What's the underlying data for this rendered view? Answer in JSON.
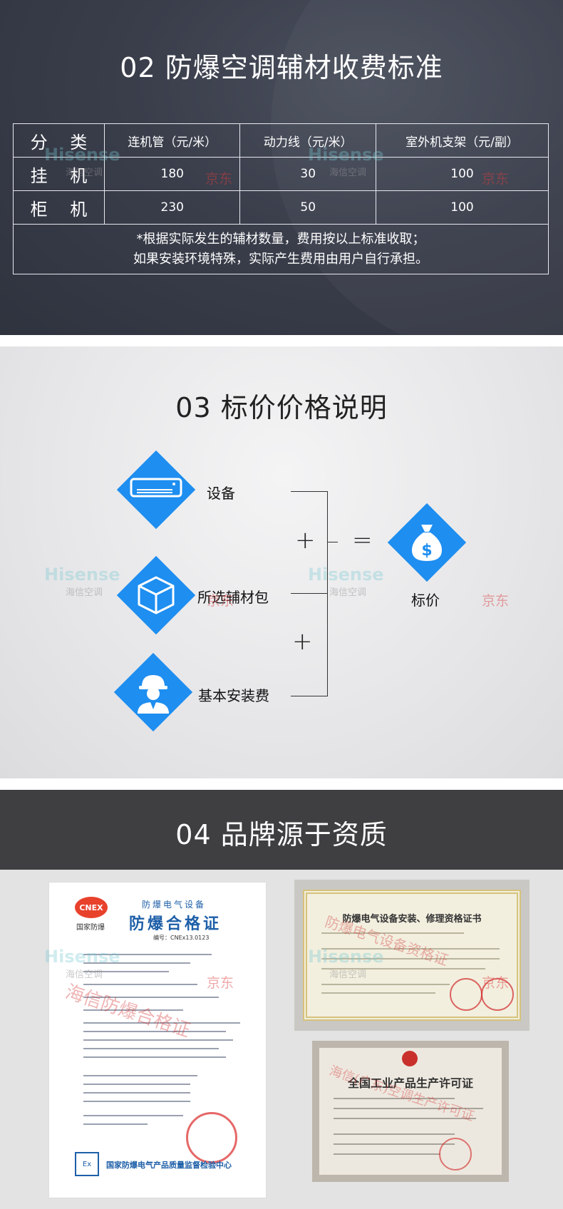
{
  "section02": {
    "title": "02 防爆空调辅材收费标准",
    "table": {
      "header": [
        "分 类",
        "连机管（元/米）",
        "动力线（元/米）",
        "室外机支架（元/副）"
      ],
      "rows": [
        {
          "name": "挂 机",
          "values": [
            "180",
            "30",
            "100"
          ]
        },
        {
          "name": "柜 机",
          "values": [
            "230",
            "50",
            "100"
          ]
        }
      ],
      "note_line1": "*根据实际发生的辅材数量，费用按以上标准收取；",
      "note_line2": "如果安装环境特殊，实际产生费用由用户自行承担。"
    }
  },
  "section03": {
    "title": "03 标价价格说明",
    "items": [
      "设备",
      "所选辅材包",
      "基本安装费"
    ],
    "plus": "+",
    "equals": "=",
    "result": "标价"
  },
  "section04": {
    "title": "04 品牌源于资质",
    "cert1": {
      "logo": "CNEX",
      "logo_sub": "国家防爆",
      "heading_small": "防爆电气设备",
      "heading": "防爆合格证",
      "number": "编号：CNEx13.0123",
      "footer": "国家防爆电气产品质量监督检验中心",
      "stamp_text": "海信防爆合格证"
    },
    "cert2": {
      "heading": "防爆电气设备安装、修理资格证书",
      "stamp_text": "防爆电气设备资格证"
    },
    "cert3": {
      "heading": "全国工业产品生产许可证",
      "stamp_text": "海信(广东)空调生产许可证"
    }
  },
  "watermark": {
    "brand": "Hisense",
    "brand_sub": "海信空调",
    "jd": "京东"
  },
  "colors": {
    "accent_blue": "#1e8ef0",
    "dark_bg": "#2f333e",
    "gray_header": "#3f3f41"
  }
}
